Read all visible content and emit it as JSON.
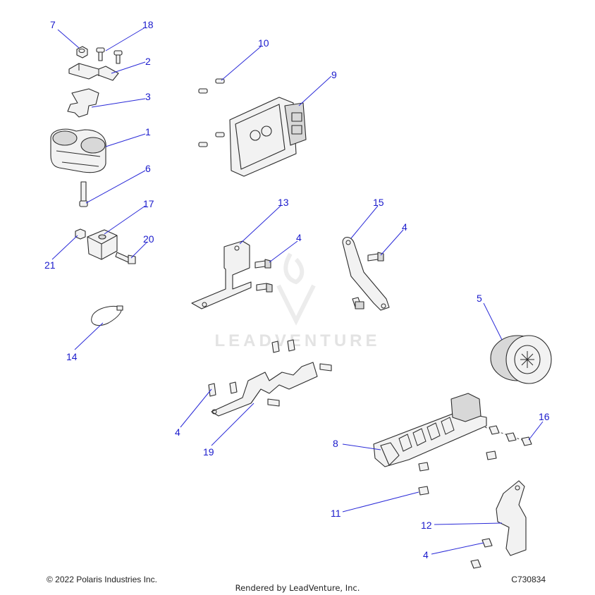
{
  "callouts": {
    "c1": "1",
    "c2": "2",
    "c3": "3",
    "c4a": "4",
    "c4b": "4",
    "c4c": "4",
    "c4d": "4",
    "c5": "5",
    "c6": "6",
    "c7": "7",
    "c8": "8",
    "c9": "9",
    "c10": "10",
    "c11": "11",
    "c12": "12",
    "c13": "13",
    "c14": "14",
    "c15": "15",
    "c16": "16",
    "c17": "17",
    "c18": "18",
    "c19": "19",
    "c20": "20",
    "c21": "21"
  },
  "footer": {
    "copyright": "© 2022 Polaris Industries Inc.",
    "rendered_by": "Rendered by LeadVenture, Inc.",
    "figure_code": "C730834"
  },
  "watermark": "LEADVENTURE",
  "colors": {
    "callout": "#1a1acc",
    "leader": "#2a2ad8",
    "line_art": "#2b2b2b"
  }
}
